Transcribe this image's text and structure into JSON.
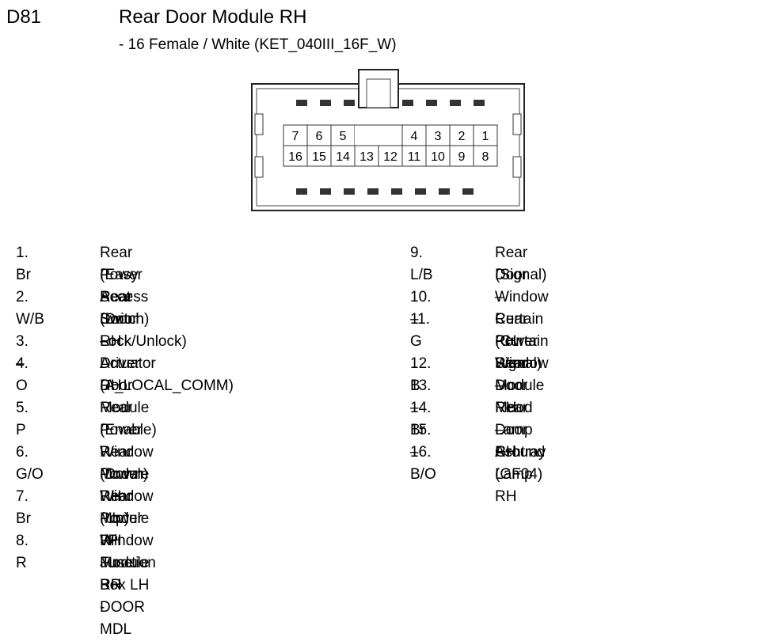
{
  "header": {
    "connector_id": "D81",
    "title": "Rear Door Module RH",
    "subtitle": "- 16 Female / White (KET_040III_16F_W)"
  },
  "connector": {
    "top_row": [
      "7",
      "6",
      "5",
      "",
      "",
      "4",
      "3",
      "2",
      "1"
    ],
    "bottom_row": [
      "16",
      "15",
      "14",
      "13",
      "12",
      "11",
      "10",
      "9",
      "8"
    ]
  },
  "pins_left": [
    {
      "pin": "1. Br",
      "line1": "Rear Power Seat Switch RH",
      "line2": "(Easy Access Switch)"
    },
    {
      "pin": "2. W/B",
      "line1": "Rear Door Lock Actuator RH",
      "line2": "(Door Lock/Unlock)"
    },
    {
      "pin": "3. –",
      "line1": "–",
      "line2": ""
    },
    {
      "pin": "4. O",
      "line1": "Driver Door Module",
      "line2": "(A_LOCAL_COMM)"
    },
    {
      "pin": "5. P",
      "line1": "Rear Power Window Module RH",
      "line2": "(Enable)"
    },
    {
      "pin": "6. G/O",
      "line1": "Rear Power Window Module RH",
      "line2": "(Down)"
    },
    {
      "pin": "7. Br",
      "line1": "Rear Power Window Module RH",
      "line2": "(Up)"
    },
    {
      "pin": "8. R",
      "line1": "I/P Junction Box LH -",
      "line2": "Fuse RR DOOR MDL"
    }
  ],
  "pins_right": [
    {
      "pin": "9. L/B",
      "line1": "Rear Door Window Curtain RH",
      "line2": "(Signal)"
    },
    {
      "pin": "10. –",
      "line1": "–",
      "line2": ""
    },
    {
      "pin": "11. G",
      "line1": "Rear Power Window Module RH",
      "line2": "(Curtain Signal)"
    },
    {
      "pin": "12. B",
      "line1": "Rear Door Mood Lamp RH",
      "line2": ""
    },
    {
      "pin": "13. –",
      "line1": "–",
      "line2": ""
    },
    {
      "pin": "14. Br",
      "line1": "Rear Door Ashtray Lamp RH",
      "line2": ""
    },
    {
      "pin": "15. –",
      "line1": "–",
      "line2": ""
    },
    {
      "pin": "16. B/O",
      "line1": "Ground (GF04)",
      "line2": ""
    }
  ]
}
